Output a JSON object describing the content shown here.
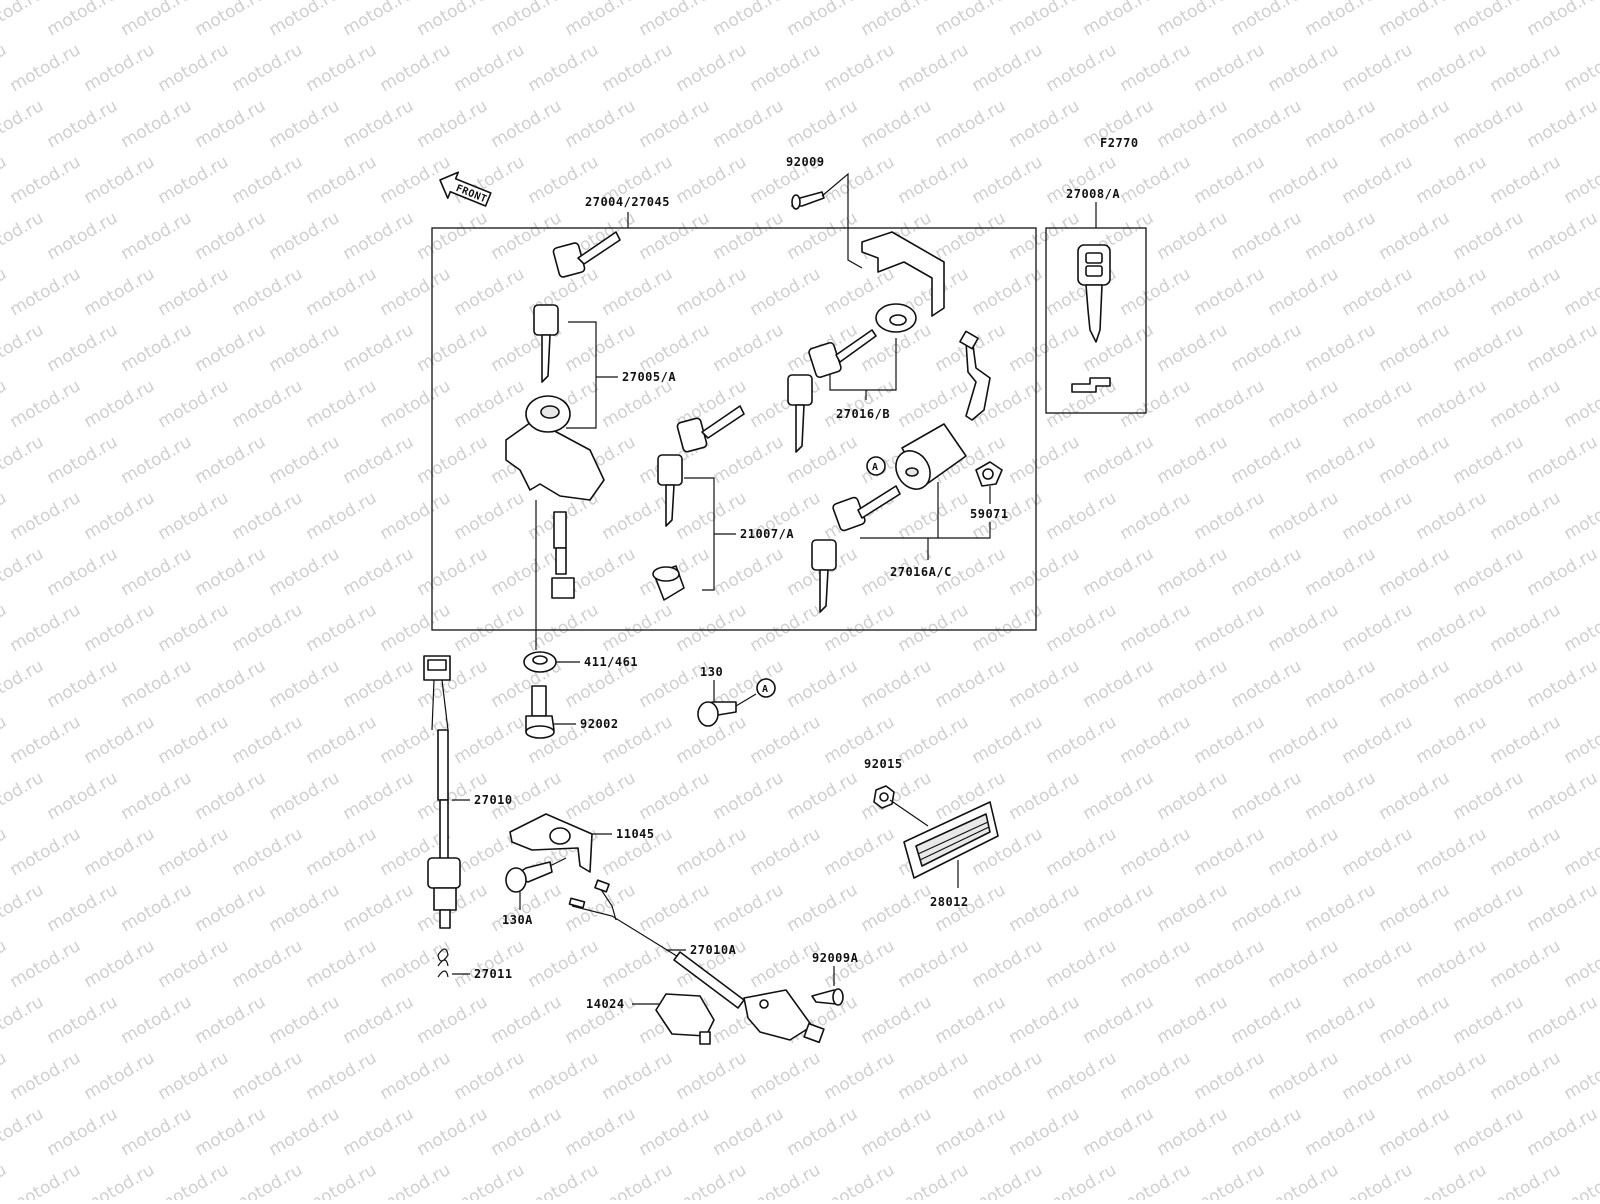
{
  "diagram_code": "F2770",
  "front_label": "FRONT",
  "watermark": "motod.ru",
  "parts": {
    "p92009": "92009",
    "p27004": "27004/27045",
    "p27008": "27008/A",
    "p27005": "27005/A",
    "p27016b": "27016/B",
    "p21007": "21007/A",
    "p59071": "59071",
    "p27016ac": "27016A/C",
    "p411": "411/461",
    "p130": "130",
    "p92002": "92002",
    "p92015": "92015",
    "p27010": "27010",
    "p11045": "11045",
    "p130a": "130A",
    "p28012": "28012",
    "p27010a": "27010A",
    "p92009a": "92009A",
    "p27011": "27011",
    "p14024": "14024"
  },
  "callouts": {
    "a1": "A",
    "a2": "A"
  }
}
